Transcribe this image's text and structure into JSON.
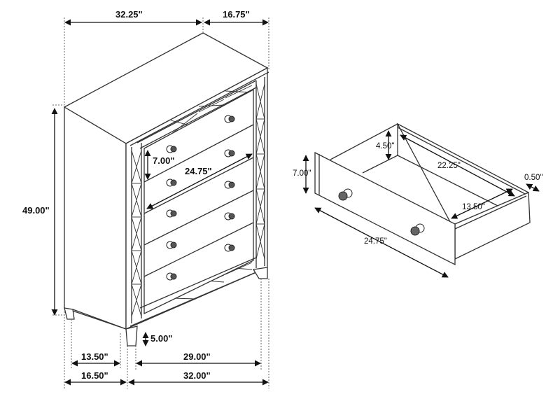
{
  "diagram": {
    "subject": "chest-of-drawers dimension drawing",
    "line_color": "#333333",
    "dim_line_color": "#111111",
    "chest": {
      "drawer_count": 5,
      "dimensions": {
        "top_width": "32.25\"",
        "top_depth": "16.75\"",
        "overall_height": "49.00\"",
        "drawer_height": "7.00\"",
        "drawer_width": "24.75\"",
        "leg_height": "5.00\"",
        "side_leg_span": "13.50\"",
        "base_depth": "16.50\"",
        "front_leg_span": "29.00\"",
        "base_width": "32.00\""
      }
    },
    "drawer_detail": {
      "dimensions": {
        "front_height": "7.00\"",
        "interior_depth": "4.50\"",
        "interior_length": "22.25\"",
        "side_thickness": "0.50\"",
        "interior_width": "13.50\"",
        "front_width": "24.75\""
      }
    }
  }
}
